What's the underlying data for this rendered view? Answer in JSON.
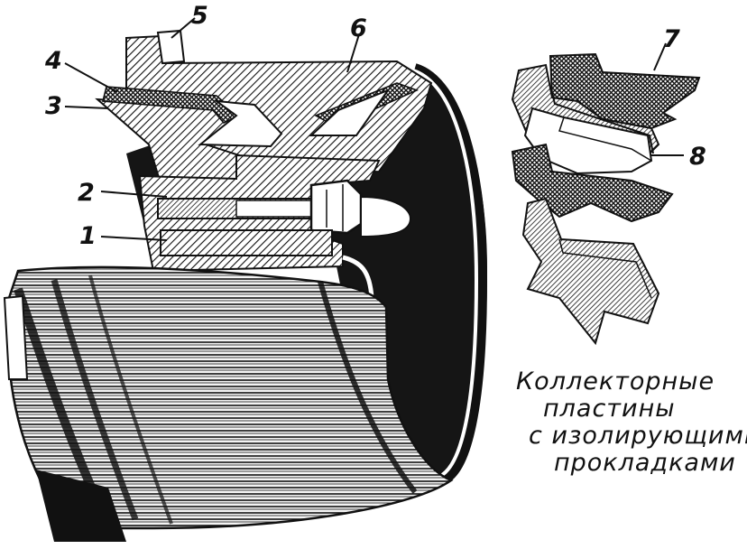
{
  "labels": {
    "l1": "1",
    "l2": "2",
    "l3": "3",
    "l4": "4",
    "l5": "5",
    "l6": "6",
    "l7": "7",
    "l8": "8"
  },
  "caption": {
    "line1": "Коллекторные",
    "line2": "пластины",
    "line3": "с изолирующими",
    "line4": "прокладками"
  }
}
